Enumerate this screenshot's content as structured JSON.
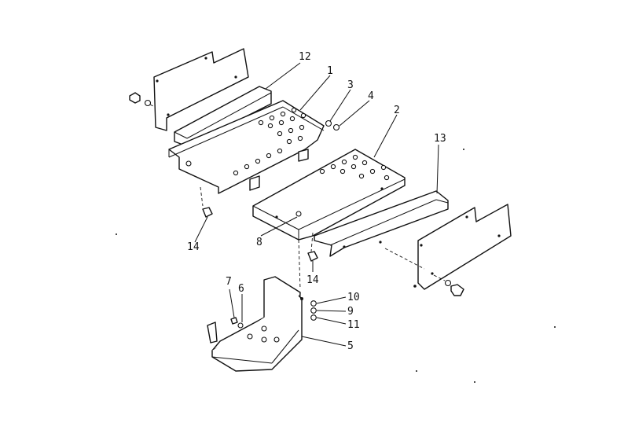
{
  "callouts": {
    "c1": "1",
    "c2": "2",
    "c3": "3",
    "c4": "4",
    "c5": "5",
    "c6": "6",
    "c7": "7",
    "c8": "8",
    "c9": "9",
    "c10": "10",
    "c11": "11",
    "c12": "12",
    "c13": "13",
    "c14a": "14",
    "c14b": "14"
  },
  "colors": {
    "line": "#111111",
    "background": "#ffffff"
  },
  "icons": [
    "bolt-icon",
    "washer-icon",
    "nut-icon"
  ]
}
